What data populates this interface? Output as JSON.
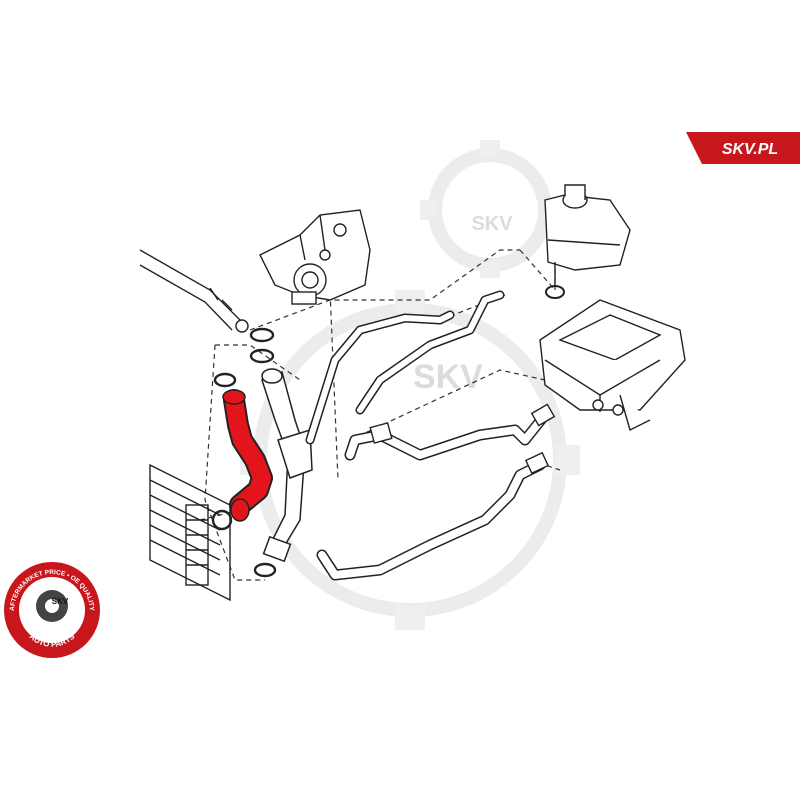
{
  "brand": {
    "badge_label": "SKV.PL",
    "badge_color": "#c8161d",
    "watermark_text": "SKV",
    "watermark_color": "#e9e9e9"
  },
  "seal": {
    "ring_text": "AFTERMARKET PRICE • OE QUALITY",
    "center_text": "SKV",
    "bottom_text": "AUTO PARTS",
    "color": "#c8161d"
  },
  "diagram": {
    "highlight_color": "#e3141b",
    "line_color": "#222222",
    "hoses": [
      {
        "name": "highlighted-radiator-hose",
        "highlighted": true
      },
      {
        "name": "thermostat-outlet-hose",
        "highlighted": false
      },
      {
        "name": "expansion-tank-hose",
        "highlighted": false
      },
      {
        "name": "heater-feed-hose",
        "highlighted": false
      },
      {
        "name": "heater-return-hose",
        "highlighted": false
      }
    ]
  }
}
